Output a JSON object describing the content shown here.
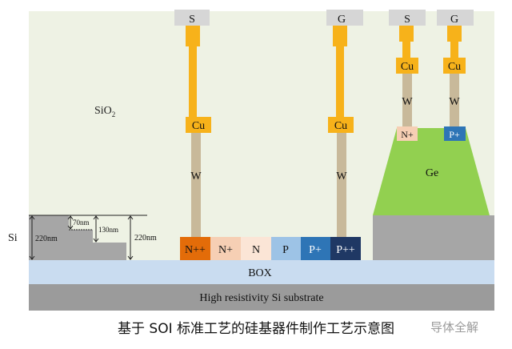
{
  "diagram": {
    "oxide_label": "SiO",
    "oxide_subscript": "2",
    "si_label": "Si",
    "box_label": "BOX",
    "substrate_label": "High resistivity Si substrate",
    "ge_label": "Ge",
    "ge_contacts": {
      "left": "N+",
      "right": "P+"
    },
    "contact_labels": {
      "source": "S",
      "gate": "G"
    },
    "metal_labels": {
      "copper": "Cu",
      "tungsten": "W"
    },
    "doping_regions": [
      "N++",
      "N+",
      "N",
      "P",
      "P+",
      "P++"
    ],
    "dimensions": {
      "step1": "70nm",
      "step2": "130nm",
      "total": "220nm"
    },
    "colors": {
      "oxide": "#eef2e4",
      "box": "#c9dcf0",
      "substrate": "#9b9b9b",
      "silicon": "#a6a6a6",
      "pad": "#d6d6d6",
      "copper": "#f7b21a",
      "tungsten": "#c8b99a",
      "germanium": "#92d050",
      "n_plus_plus": "#e36c09",
      "n_plus": "#f6cfb4",
      "n": "#fbe5d6",
      "p": "#9dc3e6",
      "p_plus": "#2e75b6",
      "p_plus_plus": "#1f3864"
    }
  },
  "caption": "基于 SOI 标准工艺的硅基器件制作工艺示意图",
  "watermark": "导体全解"
}
